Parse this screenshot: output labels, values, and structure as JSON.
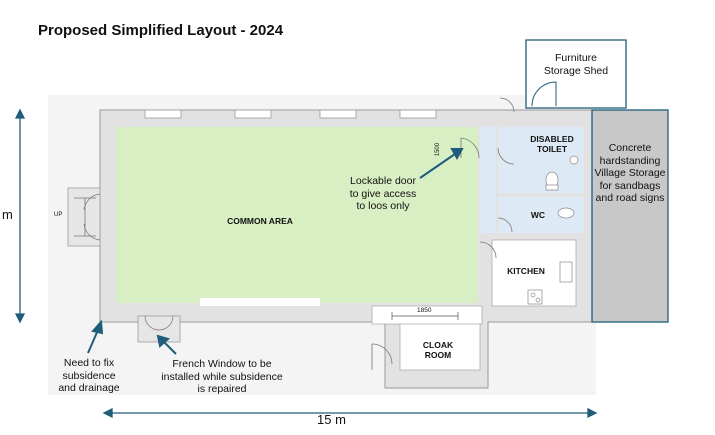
{
  "title": "Proposed Simplified Layout - 2024",
  "rooms": {
    "common_area": "COMMON AREA",
    "disabled_toilet": "DISABLED\nTOILET",
    "wc": "WC",
    "kitchen": "KITCHEN",
    "cloak_room": "CLOAK\nROOM"
  },
  "outbuildings": {
    "storage_shed": "Furniture\nStorage Shed",
    "hardstanding": "Concrete\nhardstanding\nVillage Storage\nfor sandbags\nand road signs"
  },
  "annotations": {
    "lockable_door": "Lockable door\nto give access\nto loos only",
    "subsidence": "Need to fix\nsubsidence\nand drainage",
    "french_window": "French Window to be\ninstalled while subsidence\nis repaired"
  },
  "dimensions": {
    "width": "15 m",
    "height": "m",
    "door_width": "1850",
    "corridor_width": "1500",
    "stairs": "UP"
  },
  "colors": {
    "common_fill": "#d8efc4",
    "toilet_fill": "#dde9f5",
    "wall": "#c8c8c8",
    "arrow": "#1f5d7a",
    "hardstanding_fill": "#c8c8c8"
  }
}
